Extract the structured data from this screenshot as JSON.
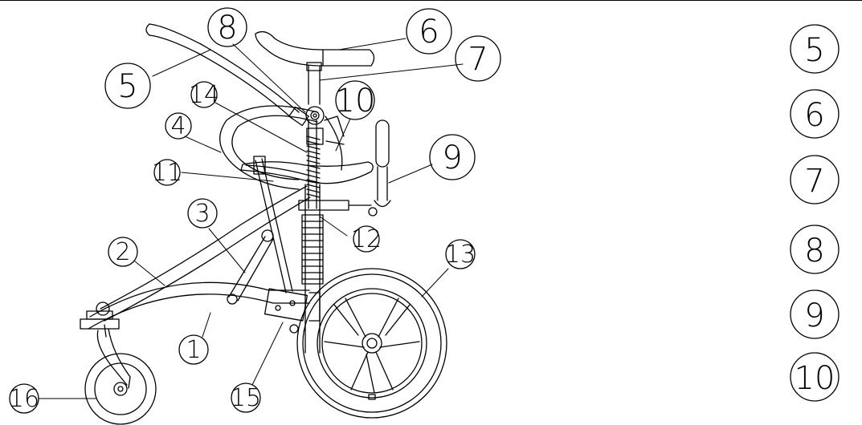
{
  "diagram": {
    "callouts": [
      {
        "id": "c1",
        "label": "1"
      },
      {
        "id": "c2",
        "label": "2"
      },
      {
        "id": "c3",
        "label": "3"
      },
      {
        "id": "c4",
        "label": "4"
      },
      {
        "id": "c5",
        "label": "5"
      },
      {
        "id": "c6",
        "label": "6"
      },
      {
        "id": "c7",
        "label": "7"
      },
      {
        "id": "c8",
        "label": "8"
      },
      {
        "id": "c9",
        "label": "9"
      },
      {
        "id": "c10",
        "label": "10"
      },
      {
        "id": "c11",
        "label": "11"
      },
      {
        "id": "c12",
        "label": "12"
      },
      {
        "id": "c13",
        "label": "13"
      },
      {
        "id": "c14",
        "label": "14"
      },
      {
        "id": "c15",
        "label": "15"
      },
      {
        "id": "c16",
        "label": "16"
      }
    ],
    "legend": [
      "5",
      "6",
      "7",
      "8",
      "9",
      "10"
    ]
  }
}
